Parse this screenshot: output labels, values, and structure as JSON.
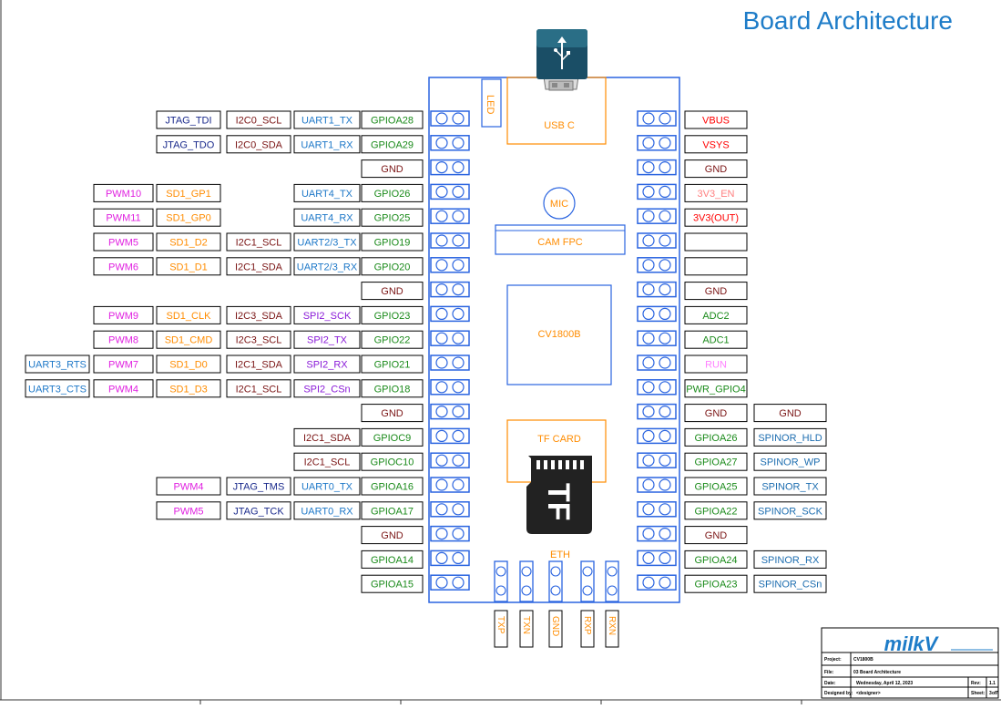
{
  "title": "Board Architecture",
  "colors": {
    "blue": "#2a64e0",
    "orange": "#ff8c00",
    "gpio": "#1a8a1a",
    "uart": "#1e78c8",
    "pwm": "#e020e0",
    "jtag": "#1a2a8c",
    "i2c": "#7a1414",
    "spi": "#8a1ad8",
    "power": "#ff0000",
    "gnd": "#7a1414",
    "run": "#ff80ff",
    "en": "#ff8080",
    "spinor": "#1e6eb0"
  },
  "left_rows": [
    {
      "gpio": "GPIOA28",
      "labels": [
        {
          "t": "UART1_TX",
          "c": "uart"
        },
        {
          "t": "I2C0_SCL",
          "c": "i2c"
        },
        {
          "t": "JTAG_TDI",
          "c": "jtag"
        }
      ]
    },
    {
      "gpio": "GPIOA29",
      "labels": [
        {
          "t": "UART1_RX",
          "c": "uart"
        },
        {
          "t": "I2C0_SDA",
          "c": "i2c"
        },
        {
          "t": "JTAG_TDO",
          "c": "jtag"
        }
      ]
    },
    {
      "gpio": "GND",
      "gnd": true,
      "labels": []
    },
    {
      "gpio": "GPIO26",
      "labels": [
        {
          "t": "UART4_TX",
          "c": "uart"
        },
        null,
        {
          "t": "SD1_GP1",
          "c": "orange"
        },
        {
          "t": "PWM10",
          "c": "pwm"
        }
      ]
    },
    {
      "gpio": "GPIO25",
      "labels": [
        {
          "t": "UART4_RX",
          "c": "uart"
        },
        null,
        {
          "t": "SD1_GP0",
          "c": "orange"
        },
        {
          "t": "PWM11",
          "c": "pwm"
        }
      ]
    },
    {
      "gpio": "GPIO19",
      "labels": [
        {
          "t": "UART2/3_TX",
          "c": "uart"
        },
        {
          "t": "I2C1_SCL",
          "c": "i2c"
        },
        {
          "t": "SD1_D2",
          "c": "orange"
        },
        {
          "t": "PWM5",
          "c": "pwm"
        }
      ]
    },
    {
      "gpio": "GPIO20",
      "labels": [
        {
          "t": "UART2/3_RX",
          "c": "uart"
        },
        {
          "t": "I2C1_SDA",
          "c": "i2c"
        },
        {
          "t": "SD1_D1",
          "c": "orange"
        },
        {
          "t": "PWM6",
          "c": "pwm"
        }
      ]
    },
    {
      "gpio": "GND",
      "gnd": true,
      "labels": []
    },
    {
      "gpio": "GPIO23",
      "labels": [
        {
          "t": "SPI2_SCK",
          "c": "spi"
        },
        {
          "t": "I2C3_SDA",
          "c": "i2c"
        },
        {
          "t": "SD1_CLK",
          "c": "orange"
        },
        {
          "t": "PWM9",
          "c": "pwm"
        }
      ]
    },
    {
      "gpio": "GPIO22",
      "labels": [
        {
          "t": "SPI2_TX",
          "c": "spi"
        },
        {
          "t": "I2C3_SCL",
          "c": "i2c"
        },
        {
          "t": "SD1_CMD",
          "c": "orange"
        },
        {
          "t": "PWM8",
          "c": "pwm"
        }
      ]
    },
    {
      "gpio": "GPIO21",
      "labels": [
        {
          "t": "SPI2_RX",
          "c": "spi"
        },
        {
          "t": "I2C1_SDA",
          "c": "i2c"
        },
        {
          "t": "SD1_D0",
          "c": "orange"
        },
        {
          "t": "PWM7",
          "c": "pwm"
        },
        {
          "t": "UART3_RTS",
          "c": "uart"
        }
      ]
    },
    {
      "gpio": "GPIO18",
      "labels": [
        {
          "t": "SPI2_CSn",
          "c": "spi"
        },
        {
          "t": "I2C1_SCL",
          "c": "i2c"
        },
        {
          "t": "SD1_D3",
          "c": "orange"
        },
        {
          "t": "PWM4",
          "c": "pwm"
        },
        {
          "t": "UART3_CTS",
          "c": "uart"
        }
      ]
    },
    {
      "gpio": "GND",
      "gnd": true,
      "labels": []
    },
    {
      "gpio": "GPIOC9",
      "labels": [
        {
          "t": "I2C1_SDA",
          "c": "i2c"
        }
      ]
    },
    {
      "gpio": "GPIOC10",
      "labels": [
        {
          "t": "I2C1_SCL",
          "c": "i2c"
        }
      ]
    },
    {
      "gpio": "GPIOA16",
      "labels": [
        {
          "t": "UART0_TX",
          "c": "uart"
        },
        {
          "t": "JTAG_TMS",
          "c": "jtag"
        },
        {
          "t": "PWM4",
          "c": "pwm"
        }
      ]
    },
    {
      "gpio": "GPIOA17",
      "labels": [
        {
          "t": "UART0_RX",
          "c": "uart"
        },
        {
          "t": "JTAG_TCK",
          "c": "jtag"
        },
        {
          "t": "PWM5",
          "c": "pwm"
        }
      ]
    },
    {
      "gpio": "GND",
      "gnd": true,
      "labels": []
    },
    {
      "gpio": "GPIOA14",
      "labels": []
    },
    {
      "gpio": "GPIOA15",
      "labels": []
    }
  ],
  "right_rows": [
    {
      "t": "VBUS",
      "c": "power"
    },
    {
      "t": "VSYS",
      "c": "power"
    },
    {
      "t": "GND",
      "c": "gnd"
    },
    {
      "t": "3V3_EN",
      "c": "en"
    },
    {
      "t": "3V3(OUT)",
      "c": "power"
    },
    {
      "t": "",
      "c": "gnd"
    },
    {
      "t": "",
      "c": "gnd"
    },
    {
      "t": "GND",
      "c": "gnd"
    },
    {
      "t": "ADC2",
      "c": "gpio"
    },
    {
      "t": "ADC1",
      "c": "gpio"
    },
    {
      "t": "RUN",
      "c": "run"
    },
    {
      "t": "PWR_GPIO4",
      "c": "gpio"
    },
    {
      "t": "GND",
      "c": "gnd",
      "extra": {
        "t": "GND",
        "c": "gnd"
      }
    },
    {
      "t": "GPIOA26",
      "c": "gpio",
      "extra": {
        "t": "SPINOR_HLD",
        "c": "spinor"
      }
    },
    {
      "t": "GPIOA27",
      "c": "gpio",
      "extra": {
        "t": "SPINOR_WP",
        "c": "spinor"
      }
    },
    {
      "t": "GPIOA25",
      "c": "gpio",
      "extra": {
        "t": "SPINOR_TX",
        "c": "spinor"
      }
    },
    {
      "t": "GPIOA22",
      "c": "gpio",
      "extra": {
        "t": "SPINOR_SCK",
        "c": "spinor"
      }
    },
    {
      "t": "GND",
      "c": "gnd"
    },
    {
      "t": "GPIOA24",
      "c": "gpio",
      "extra": {
        "t": "SPINOR_RX",
        "c": "spinor"
      }
    },
    {
      "t": "GPIOA23",
      "c": "gpio",
      "extra": {
        "t": "SPINOR_CSn",
        "c": "spinor"
      }
    }
  ],
  "board": {
    "led": "LED",
    "usb": "USB C",
    "mic": "MIC",
    "cam": "CAM FPC",
    "soc": "CV1800B",
    "tf": "TF CARD",
    "tf_logo": "TF",
    "eth": "ETH",
    "eth_pins": [
      "TXP",
      "TXN",
      "GND",
      "RXP",
      "RXN"
    ]
  },
  "titleblock": {
    "logo": "milkV",
    "project_label": "Project:",
    "project": "CV1800B",
    "file_label": "File:",
    "file": "03 Board Architecture",
    "date_label": "Date:",
    "date": "Wednesday, April 12, 2023",
    "rev_label": "Rev:",
    "rev": "1.1",
    "designed_label": "Designed by:",
    "designed": "<designer>",
    "sheet_label": "Sheet:",
    "sheet": "3",
    "of_label": "of",
    "sheets": "7"
  }
}
